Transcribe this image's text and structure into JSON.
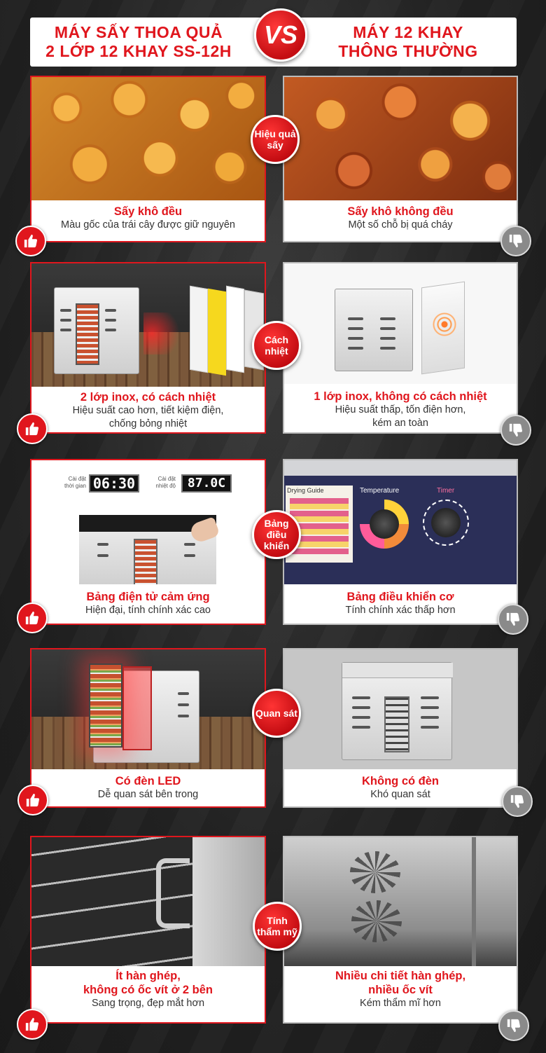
{
  "header": {
    "left_title_line1": "MÁY SẤY THOA QUẢ",
    "left_title_line2": "2 LỚP 12 KHAY SS-12H",
    "vs": "VS",
    "right_title_line1": "MÁY 12 KHAY",
    "right_title_line2": "THÔNG THƯỜNG"
  },
  "rows": [
    {
      "badge_line1": "Hiệu quả",
      "badge_line2": "sấy",
      "good": {
        "title": "Sấy khô đều",
        "sub_line1": "Màu gốc của trái cây được giữ nguyên",
        "sub_line2": ""
      },
      "bad": {
        "title": "Sấy khô không đều",
        "sub_line1": "Một số chỗ bị quá cháy",
        "sub_line2": ""
      }
    },
    {
      "badge_line1": "Cách",
      "badge_line2": "nhiệt",
      "good": {
        "title": "2 lớp inox, có cách nhiệt",
        "sub_line1": "Hiệu suất cao hơn, tiết kiệm điện,",
        "sub_line2": "chống bỏng nhiệt"
      },
      "bad": {
        "title": "1 lớp inox, không có cách nhiệt",
        "sub_line1": "Hiệu suất thấp, tốn điện hơn,",
        "sub_line2": "kém an toàn"
      }
    },
    {
      "badge_line1": "Bảng",
      "badge_line2": "điều khiển",
      "good": {
        "title": "Bảng điện tử cảm ứng",
        "sub_line1": "Hiện đại, tính chính xác cao",
        "sub_line2": ""
      },
      "bad": {
        "title": "Bảng điều khiển cơ",
        "sub_line1": "Tính chính xác thấp hơn",
        "sub_line2": ""
      }
    },
    {
      "badge_line1": "Quan sát",
      "badge_line2": "",
      "good": {
        "title": "Có đèn LED",
        "sub_line1": "Dễ quan sát bên trong",
        "sub_line2": ""
      },
      "bad": {
        "title": "Không có đèn",
        "sub_line1": "Khó quan sát",
        "sub_line2": ""
      }
    },
    {
      "badge_line1": "Tính",
      "badge_line2": "thẩm mỹ",
      "good": {
        "title_line1": "Ít hàn ghép,",
        "title_line2": "không có ốc vít ở 2 bên",
        "sub_line1": "Sang trọng, đẹp mắt hơn",
        "sub_line2": ""
      },
      "bad": {
        "title_line1": "Nhiều chi tiết hàn ghép,",
        "title_line2": "nhiều ốc vít",
        "sub_line1": "Kém thẩm mĩ hơn",
        "sub_line2": ""
      }
    }
  ],
  "panel_labels": {
    "time_label_line1": "Cài đặt",
    "time_label_line2": "thời gian",
    "time_value": "06:30",
    "temp_label_line1": "Cài đặt",
    "temp_label_line2": "nhiệt độ",
    "temp_value": "87.0C",
    "dial_guide": "Drying Guide",
    "dial_temperature": "Temperature",
    "dial_timer": "Timer"
  },
  "colors": {
    "accent": "#e0161d",
    "thumb_down": "#8a8a8a"
  },
  "icons": {
    "good": "thumbs-up-icon",
    "bad": "thumbs-down-icon"
  }
}
